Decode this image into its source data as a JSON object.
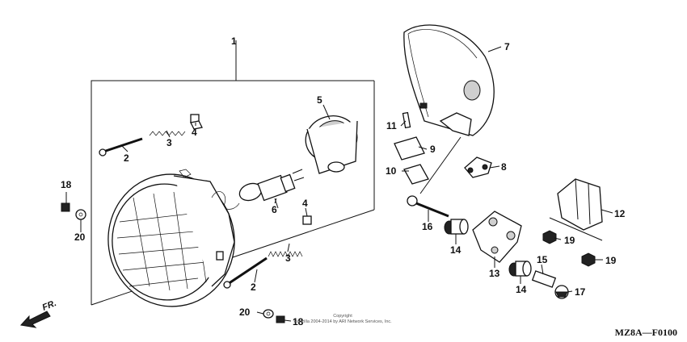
{
  "diagram": {
    "code": "MZ8A—F0100",
    "copyright_line1": "Copyright",
    "copyright_line2": "Partzilla 2004-2014 by ARI Network Services, Inc.",
    "direction_label": "FR.",
    "callouts": [
      "1",
      "2",
      "3",
      "4",
      "5",
      "6",
      "2",
      "3",
      "4",
      "7",
      "11",
      "9",
      "10",
      "8",
      "18",
      "20",
      "16",
      "14",
      "13",
      "12",
      "19",
      "19",
      "15",
      "14",
      "17",
      "20",
      "18"
    ]
  },
  "colors": {
    "ink": "#111111",
    "paper": "#ffffff"
  }
}
